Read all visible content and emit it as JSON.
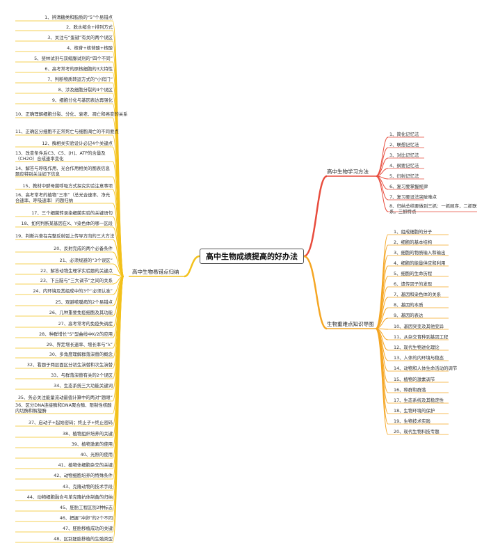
{
  "central_topic": "高中生物成绩提高的好办法",
  "colors": {
    "left": "#f3c11b",
    "right_top": "#e84c3d",
    "right_bottom": "#f5a623",
    "text": "#333333"
  },
  "branches": {
    "left": {
      "label": "高中生物易错点归纳",
      "items": [
        "1、辨清糖类和脂质的“5”个易错点",
        "2、脱水缩合+排列方式",
        "3、关注与“蛋键”有关的两个误区",
        "4、核苷+核苷酸+核酸",
        "5、斐林试剂与双缩脲试剂的“四个不同”",
        "6、高考常考的原核细胞的3大特性",
        "7、判断物质转运方式的“小窍门”",
        "8、涉及细胞分裂的4个误区",
        "9、细胞分化与基因表达再强化",
        "10、正确理解细胞分裂、分化、衰老、凋亡和癌变的关系",
        "11、正确区分细胞不正常死亡与细胞凋亡的不同要点",
        "12、酶相关实验设计必记4个关键点",
        "13、改变条件后C3、C5、[H]、ATP的含量及（CH2O）合成速率变化",
        "14、解答与呼吸作用、光合作用相关的图表信息题应特别关注如下信息",
        "15、教材中酵母菌呼吸方式探究实验注意事项",
        "16、高考常考的植物“三率”（总光合速率、净光合速率、呼吸速率）问题归纳",
        "17、三个细菌转录染细菌实验的关键语句",
        "18、如何判断某基因在X、Y染色体的哪一区段",
        "19、判断兴奋在完整反射弧上传导方向的三大方法",
        "20、反射完成的两个必备条件",
        "21、必须规避的“3个误区”",
        "22、解答动物生理学实验题的关键点",
        "23、下丘脑与“三大调节”之间的关系",
        "24、内环境及其组成中的3个“必须认准”",
        "25、观避噬膜病的2个易错点",
        "26、几种重要免疫细胞及其功能",
        "27、高考常考的免疫失调症",
        "28、种群增长“S”型曲线中K/2的应用",
        "29、界定增长速率、增长率与“λ”",
        "30、多角度理解群落演替的概念",
        "32、看题于两层面区分初生演替和次生演替",
        "33、与群落演替有关的2个误区",
        "34、生态系统三大功能关键词",
        "35、务必关注能量流动最值计算中的两对“题眼”",
        "36、区分DNA连接酶和DNA聚合酶、限制性核酸内切酶和解旋酶",
        "37、启动子+起始密码；终止子+终止密码",
        "38、植物组织培养的关键",
        "39、植物激素的使用",
        "40、光照的使用",
        "41、植物体细胞杂交的关键",
        "42、动物细胞培养的特殊条件",
        "43、克隆动物的技术手段",
        "44、动物细胞融合与单克隆抗体制备的归纳",
        "45、胚胎工程区别2种标志",
        "46、把握“冲卵”的2个不同",
        "47、胚胎移植成功的关键",
        "48、区别胚胎移植的生殖类型"
      ]
    },
    "right_top": {
      "label": "高中生物学习方法",
      "items": [
        "1、简化记忆法",
        "2、联想记忆法",
        "3、对比记忆法",
        "4、纲要记忆法",
        "5、衍射记忆法",
        "6、复习要掌握规律",
        "7、复习要设法突破难点",
        "8、归纳总结要做到三抓：一抓顺序，二抓联系，三抓特点"
      ]
    },
    "right_bottom": {
      "label": "生物重难点知识导图",
      "items": [
        "1、组成细胞的分子",
        "2、细胞的基本结构",
        "3、细胞的物质输入和输出",
        "4、细胞的能量供应和利用",
        "5、细胞的生命历程",
        "6、遗传因子的发现",
        "7、基因和染色体的关系",
        "8、基因的本质",
        "9、基因的表达",
        "10、基因突变及其他变异",
        "11、从杂交育种到基因工程",
        "12、现代生物进化理论",
        "13、人体的内环境与稳态",
        "14、动物和人体生命活动的调节",
        "15、植物的激素调节",
        "16、种群和群落",
        "17、生态系统及其稳定性",
        "18、生物环境的保护",
        "19、生物技术实践",
        "20、现代生物科技专题"
      ]
    }
  }
}
